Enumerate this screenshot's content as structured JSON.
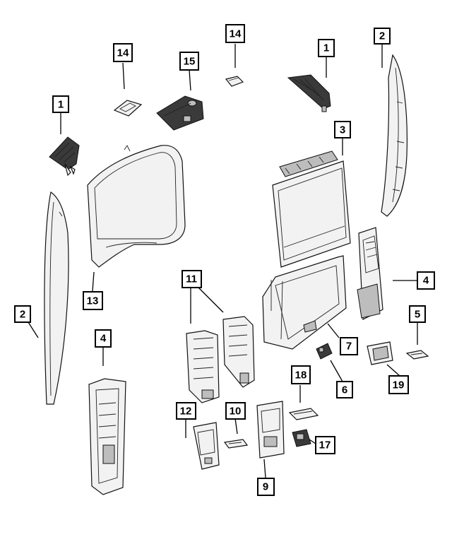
{
  "callouts": {
    "c1a": "1",
    "c1b": "1",
    "c2a": "2",
    "c2b": "2",
    "c3": "3",
    "c4a": "4",
    "c4b": "4",
    "c5": "5",
    "c6": "6",
    "c7": "7",
    "c9": "9",
    "c10": "10",
    "c11": "11",
    "c12": "12",
    "c13": "13",
    "c14a": "14",
    "c14b": "14",
    "c15": "15",
    "c17": "17",
    "c18": "18",
    "c19": "19"
  }
}
